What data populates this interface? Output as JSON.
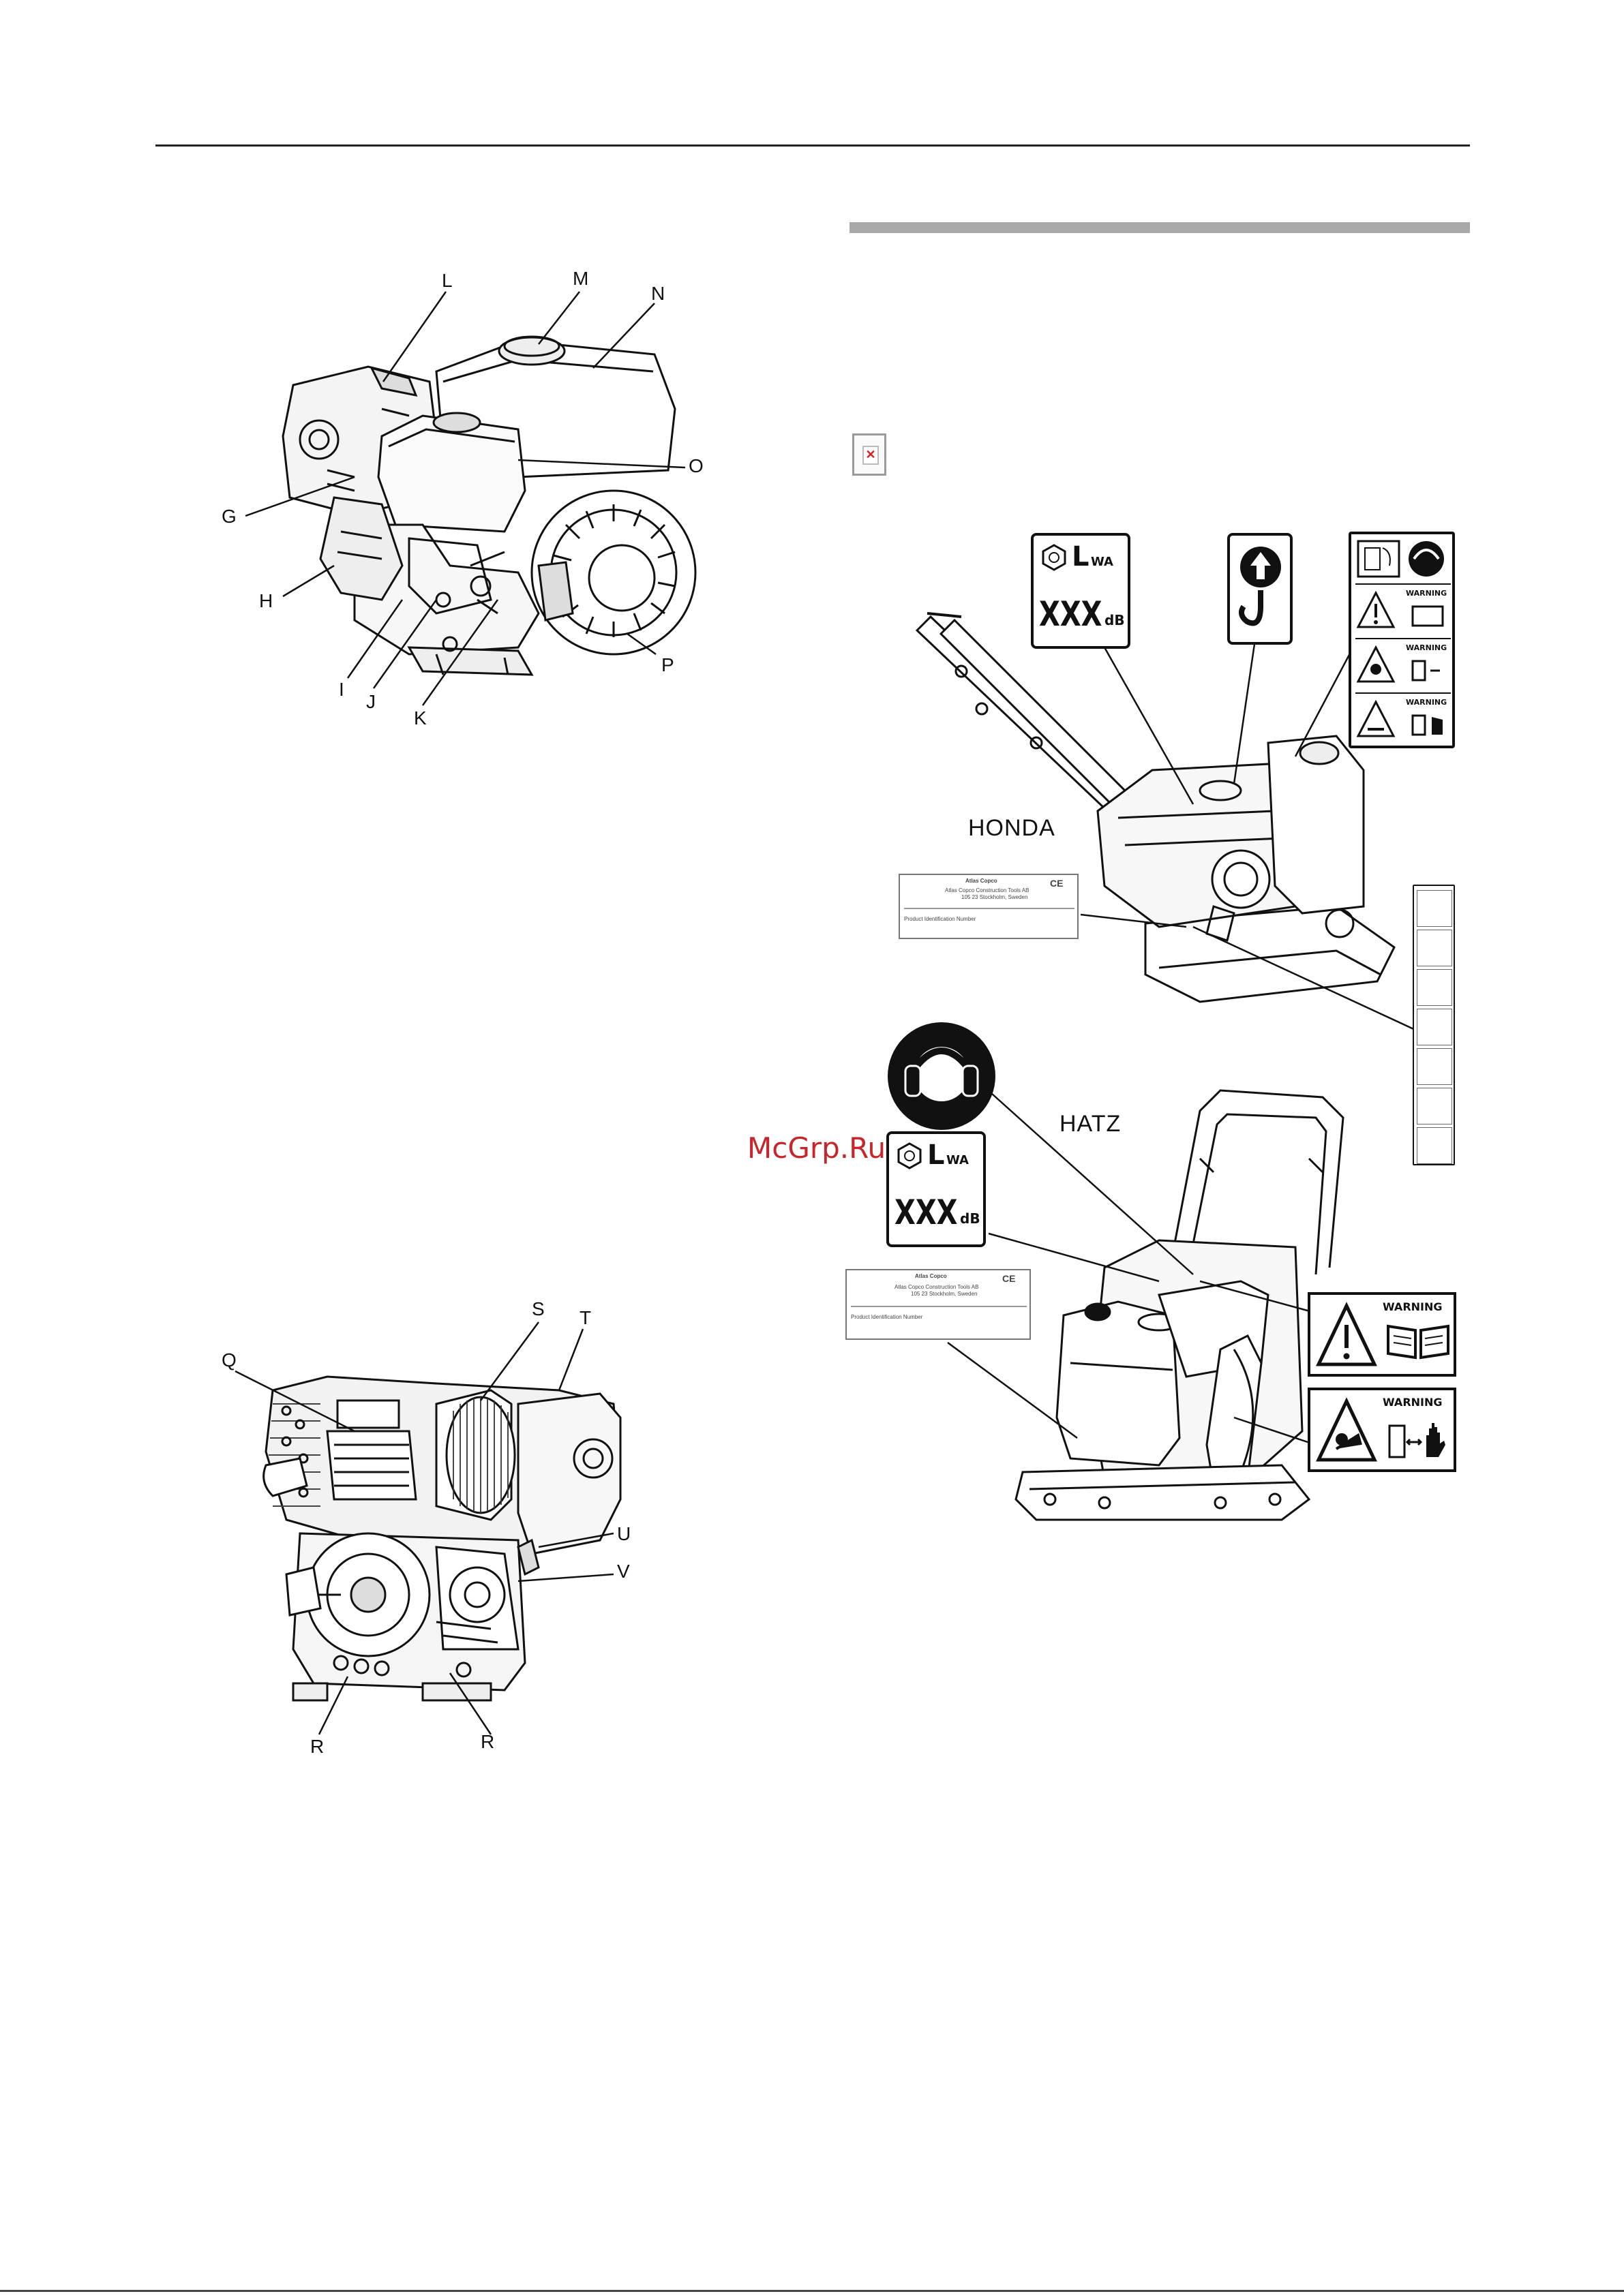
{
  "figure1_labels": [
    "L",
    "M",
    "N",
    "O",
    "G",
    "H",
    "I",
    "J",
    "K",
    "P"
  ],
  "figure2_labels": [
    "S",
    "T",
    "Q",
    "U",
    "V",
    "R",
    "R"
  ],
  "machines": {
    "honda": "HONDA",
    "hatz": "HATZ"
  },
  "watermark": "McGrp.Ru",
  "decals": {
    "lwa_symbol": "L",
    "lwa_subscript": "WA",
    "lwa_value": "XXX",
    "lwa_unit": "dB",
    "warning_word": "WARNING",
    "ce_mark": "CE",
    "plate_company": "Atlas Copco Construction Tools AB",
    "plate_address": "105 23 Stockholm, Sweden",
    "plate_product_id": "Product Identification Number"
  },
  "icons": [
    "broken-image-icon",
    "lifting-hook-icon",
    "ear-protection-icon",
    "warning-triangle-icon",
    "manual-book-icon",
    "crush-hazard-icon",
    "hand-stop-icon"
  ]
}
